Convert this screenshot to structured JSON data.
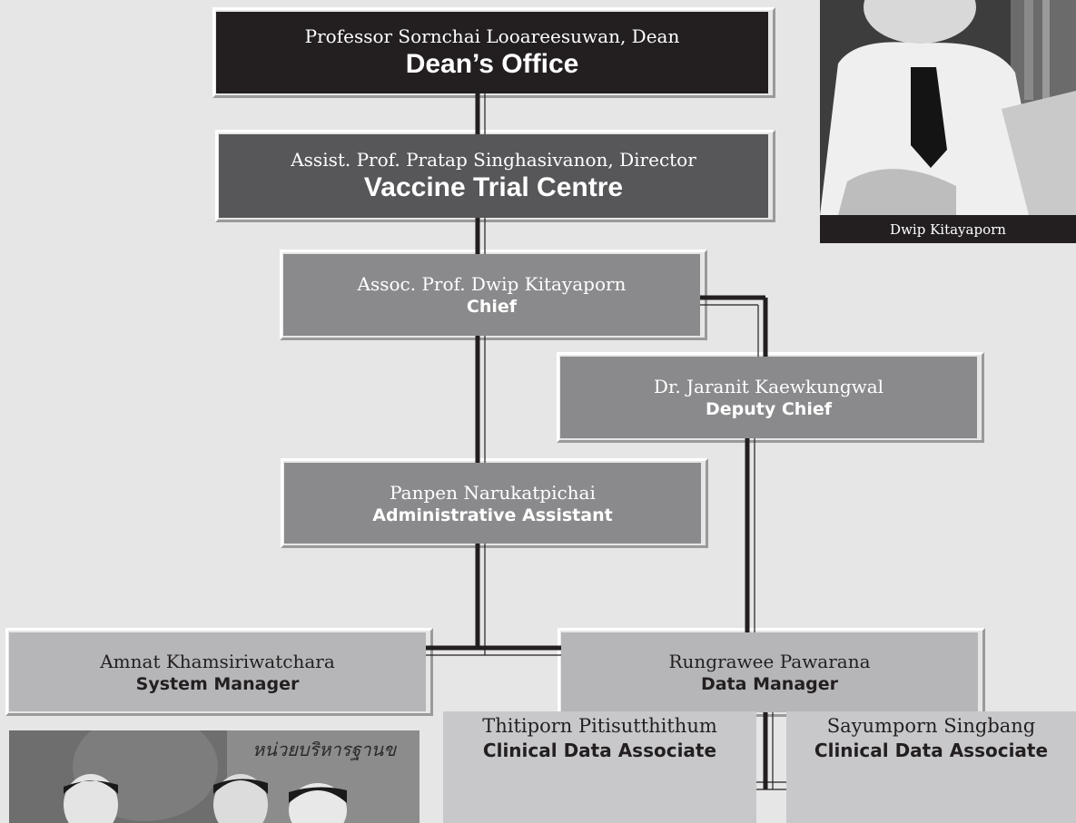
{
  "chart_nodes": {
    "dean": {
      "name": "Professor Sornchai Looareesuwan, Dean",
      "role": "Dean’s Office"
    },
    "vtc": {
      "name": "Assist. Prof. Pratap Singhasivanon, Director",
      "role": "Vaccine Trial Centre"
    },
    "chief": {
      "name": "Assoc. Prof. Dwip Kitayaporn",
      "role": "Chief"
    },
    "deputy": {
      "name": "Dr. Jaranit Kaewkungwal",
      "role": "Deputy Chief"
    },
    "admin": {
      "name": "Panpen Narukatpichai",
      "role": "Administrative Assistant"
    },
    "sysmgr": {
      "name": "Amnat Khamsiriwatchara",
      "role": "System Manager"
    },
    "datamgr": {
      "name": "Rungrawee Pawarana",
      "role": "Data Manager"
    },
    "cda1": {
      "name": "Thitiporn Pitisutthithum",
      "role": "Clinical Data Associate"
    },
    "cda2": {
      "name": "Sayumporn Singbang",
      "role": "Clinical Data Associate"
    }
  },
  "photo_top": {
    "caption": "Dwip Kitayaporn",
    "sign_text": ""
  },
  "photo_bottom": {
    "sign_text": "หน่วยบริหารฐานข"
  },
  "colors": {
    "background": "#e6e6e7",
    "dark": "#231f20",
    "mid": "#57575a",
    "light": "#8a8a8d",
    "pale": "#b6b6b8"
  }
}
